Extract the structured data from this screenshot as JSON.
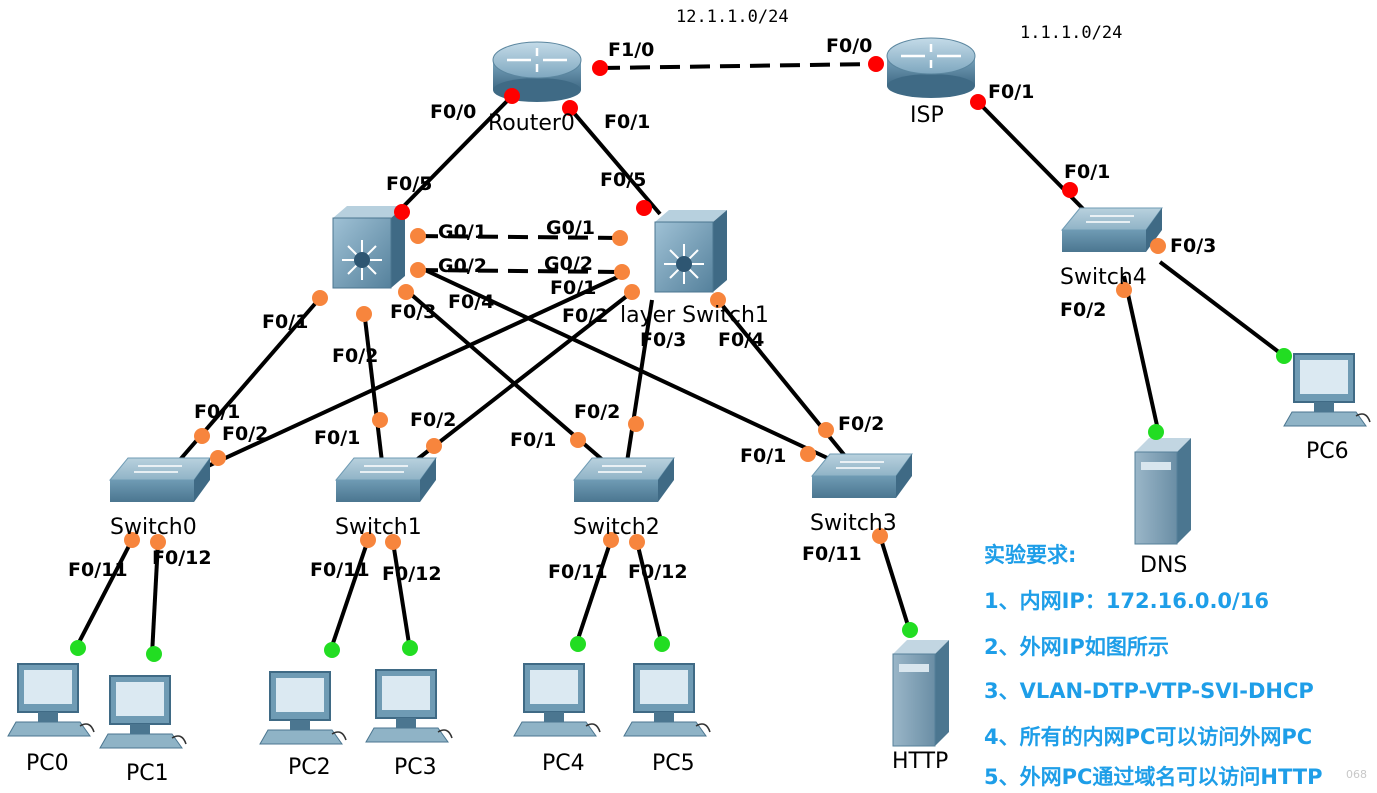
{
  "networks": {
    "wan": "12.1.1.0/24",
    "isp_lan": "1.1.1.0/24"
  },
  "devices": {
    "router0": "Router0",
    "isp": "ISP",
    "mls0": "",
    "mls1": "layer Switch1",
    "switch0": "Switch0",
    "switch1": "Switch1",
    "switch2": "Switch2",
    "switch3": "Switch3",
    "switch4": "Switch4",
    "pc0": "PC0",
    "pc1": "PC1",
    "pc2": "PC2",
    "pc3": "PC3",
    "pc4": "PC4",
    "pc5": "PC5",
    "pc6": "PC6",
    "dns": "DNS",
    "http": "HTTP"
  },
  "ports": {
    "r0_f10": "F1/0",
    "isp_f00": "F0/0",
    "r0_f00": "F0/0",
    "r0_f01": "F0/1",
    "isp_f01": "F0/1",
    "s4_f01": "F0/1",
    "s4_f03": "F0/3",
    "s4_f02": "F0/2",
    "m0_f05": "F0/5",
    "m1_f05": "F0/5",
    "m0_g01": "G0/1",
    "m0_g02": "G0/2",
    "m1_g01": "G0/1",
    "m1_g02": "G0/2",
    "m0_f01": "F0/1",
    "m0_f02": "F0/2",
    "m0_f03": "F0/3",
    "m0_f04": "F0/4",
    "m1_f01": "F0/1",
    "m1_f02": "F0/2",
    "m1_f03": "F0/3",
    "m1_f04": "F0/4",
    "s0_f01": "F0/1",
    "s0_f02": "F0/2",
    "s1_f01": "F0/1",
    "s1_f02": "F0/2",
    "s2_f01": "F0/1",
    "s2_f02": "F0/2",
    "s3_f01": "F0/1",
    "s3_f02": "F0/2",
    "s0_f011": "F0/11",
    "s0_f012": "F0/12",
    "s1_f011": "F0/11",
    "s1_f012": "F0/12",
    "s2_f011": "F0/11",
    "s2_f012": "F0/12",
    "s3_f011": "F0/11"
  },
  "requirements": {
    "title": "实验要求:",
    "items": [
      "1、内网IP：172.16.0.0/16",
      "2、外网IP如图所示",
      "3、VLAN-DTP-VTP-SVI-DHCP",
      "4、所有的内网PC可以访问外网PC",
      "5、外网PC通过域名可以访问HTTP"
    ]
  },
  "watermark": "068",
  "colors": {
    "link_down": "#ff0000",
    "link_pending": "#f7853d",
    "link_up": "#22dd22",
    "device_blue": "#6a99b3",
    "requirements_text": "#1e9ee8"
  }
}
